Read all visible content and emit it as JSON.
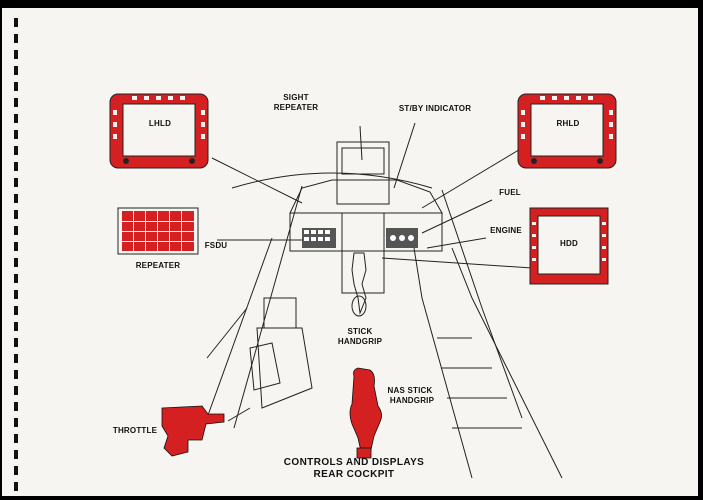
{
  "labels": {
    "lhld": "LHLD",
    "rhld": "RHLD",
    "sight_repeater_line1": "SIGHT",
    "sight_repeater_line2": "REPEATER",
    "stby_indicator": "ST/BY INDICATOR",
    "fuel": "FUEL",
    "engine": "ENGINE",
    "hdd": "HDD",
    "fsdu": "FSDU",
    "repeater": "REPEATER",
    "stick_handgrip_line1": "STICK",
    "stick_handgrip_line2": "HANDGRIP",
    "nas_stick_line1": "NAS  STICK",
    "nas_stick_line2": "HANDGRIP",
    "throttle": "THROTTLE"
  },
  "caption": {
    "line1": "CONTROLS AND DISPLAYS",
    "line2": "REAR COCKPIT"
  },
  "colors": {
    "highlight": "#d42020",
    "line": "#222222",
    "paper": "#f6f5f1"
  }
}
